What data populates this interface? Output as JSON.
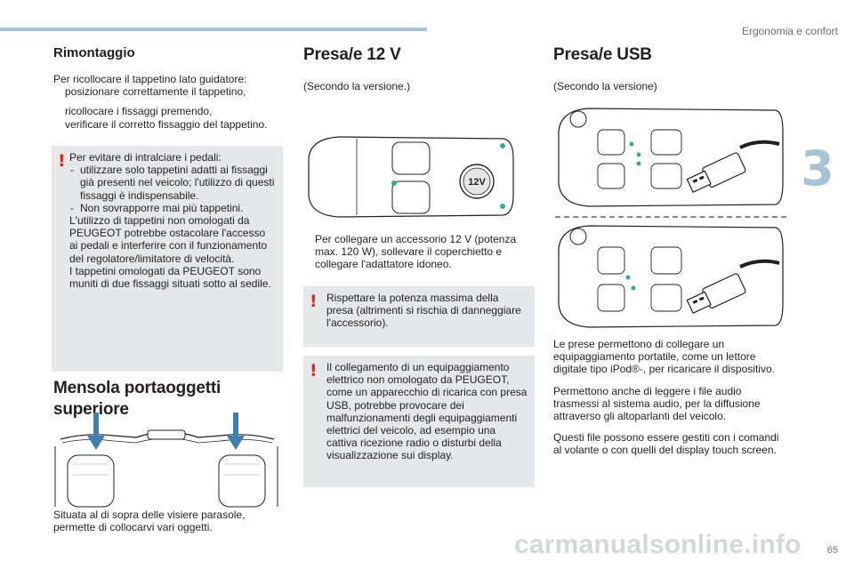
{
  "header": {
    "section": "Ergonomia e confort",
    "chapter": "3",
    "page_number": "65"
  },
  "rimontaggio": {
    "title": "Rimontaggio",
    "intro": "Per ricollocare il tappetino lato guidatore:",
    "bullets": [
      "posizionare correttamente il tappetino,",
      "ricollocare i fissaggi premendo,",
      "verificare il corretto fissaggio del tappetino."
    ],
    "warning": {
      "line1": "Per evitare di intralciare i pedali:",
      "dash1": "utilizzare solo tappetini adatti ai fissaggi già presenti nel veicolo; l'utilizzo di questi fissaggi è indispensabile.",
      "dash2": "Non sovrapporre mai più tappetini.",
      "para1": "L'utilizzo di tappetini non omologati da PEUGEOT potrebbe ostacolare l'accesso ai pedali e interferire con il funzionamento del regolatore/limitatore di velocità.",
      "para2": "I tappetini omologati da PEUGEOT sono muniti di due fissaggi situati sotto al sedile."
    }
  },
  "mensola": {
    "title": "Mensola portaoggetti superiore",
    "caption": "Situata al di sopra delle visiere parasole, permette di collocarvi vari oggetti."
  },
  "presa12": {
    "title": "Presa/e 12 V",
    "version": "(Secondo la versione.)",
    "socket_label": "12V",
    "bullet": "Per collegare un accessorio 12 V (potenza max. 120 W), sollevare il coperchietto e collegare l'adattatore idoneo.",
    "warning1": "Rispettare la potenza massima della presa (altrimenti si rischia di danneggiare l'accessorio).",
    "warning2": "Il collegamento di un equipaggiamento elettrico non omologato da PEUGEOT, come un apparecchio di ricarica con presa USB, potrebbe provocare dei malfunzionamenti degli equipaggiamenti elettrici del veicolo, ad esempio una cattiva ricezione radio o disturbi della visualizzazione sui display."
  },
  "usb": {
    "title": "Presa/e USB",
    "version": "(Secondo la versione)",
    "p1": "Le prese permettono di collegare un equipaggiamento portatile, come un lettore digitale tipo iPod®-, per ricaricare il dispositivo.",
    "p2": "Permettono anche di leggere i file audio trasmessi al sistema audio, per la diffusione attraverso gli altoparlanti del veicolo.",
    "p3": "Questi file possono essere gestiti con i comandi al volante o con quelli del display touch screen."
  },
  "markers": {
    "bullet": "",
    "warning": "!",
    "dash": "-"
  },
  "colors": {
    "accent": "#a6c3d8",
    "warning_red": "#e3271c",
    "note_bg": "#e6e7e8",
    "teal_dot": "#3aa59a",
    "arrow": "#3f7fae"
  },
  "watermark": "carmanualsonline.info"
}
